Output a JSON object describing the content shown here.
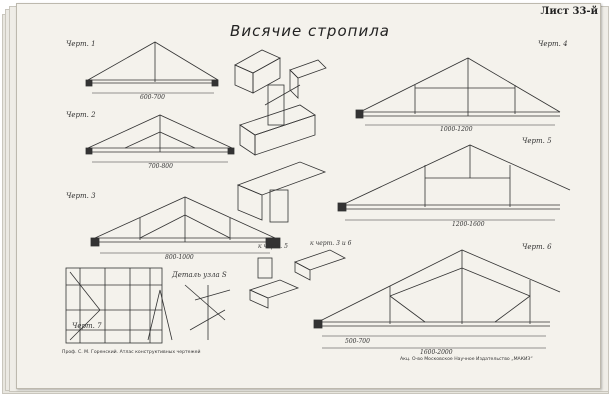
{
  "sheet": {
    "title": "Висячие стропила",
    "sheet_number": "Лист 33-й",
    "footer_left": "Проф. С. М. Горенский. Атлас конструктивных чертежей",
    "footer_right": "Акц. О-во Московское Научное Издательство „МАКИЗ“"
  },
  "figures": [
    {
      "label": "Черт. 1"
    },
    {
      "label": "Черт. 2"
    },
    {
      "label": "Черт. 3"
    },
    {
      "label": "Черт. 4"
    },
    {
      "label": "Черт. 5"
    },
    {
      "label": "Черт. 6"
    },
    {
      "label": "Черт. 7"
    }
  ],
  "detail_labels": {
    "detail_s": "Деталь узла S",
    "node_s": "к черт. 5",
    "node_3_6": "к черт. 3 и 6"
  },
  "dimensions": {
    "fig1": "600-700",
    "fig2": "700-800",
    "fig3": "800-1000",
    "fig4": "1000-1200",
    "fig5": "1200-1600",
    "fig6_total": "1600-2000",
    "fig6_part": "500-700"
  },
  "colors": {
    "paper": "#f4f2ec",
    "ink": "#333333"
  }
}
